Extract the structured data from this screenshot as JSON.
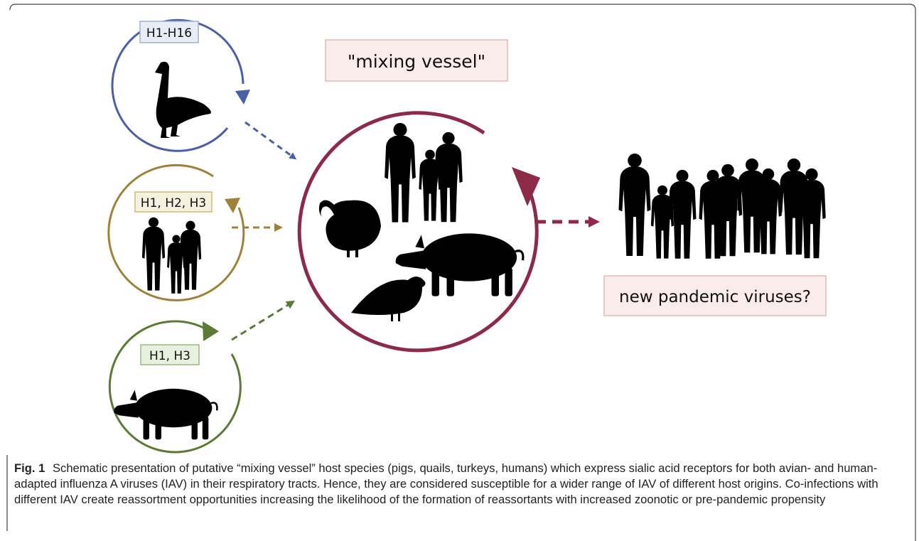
{
  "colors": {
    "avian": "#4a5fa5",
    "human": "#a0813a",
    "swine": "#5b7a35",
    "mixing": "#8d2a47",
    "avian_label_bg": "#e9edf6",
    "human_label_bg": "#f6f1de",
    "swine_label_bg": "#e8f0e0",
    "pink_box_bg": "#fbecec",
    "pink_box_border": "#e3b9b9",
    "silhouette": "#000000"
  },
  "diagram": {
    "mixing_vessel_label": "\"mixing vessel\"",
    "outcome_label": "new pandemic viruses?",
    "sources": [
      {
        "id": "avian",
        "label": "H1-H16",
        "host_icon": "goose-icon"
      },
      {
        "id": "human",
        "label": "H1, H2, H3",
        "host_icon": "human-family-icon"
      },
      {
        "id": "swine",
        "label": "H1, H3",
        "host_icon": "pig-icon"
      }
    ],
    "vessel_hosts": [
      "human-family-icon",
      "turkey-icon",
      "pig-icon",
      "quail-icon"
    ],
    "outcome_icon": "human-crowd-icon"
  },
  "caption": {
    "label": "Fig. 1",
    "text": "Schematic presentation of putative “mixing vessel” host species (pigs, quails, turkeys, humans) which express sialic acid receptors for both avian- and human-adapted influenza A viruses (IAV) in their respiratory tracts. Hence, they are considered susceptible for a wider range of IAV of different host origins. Co-infections with different IAV create reassortment opportunities increasing the likelihood of the formation of reassortants with increased zoonotic or pre-pandemic propensity"
  }
}
